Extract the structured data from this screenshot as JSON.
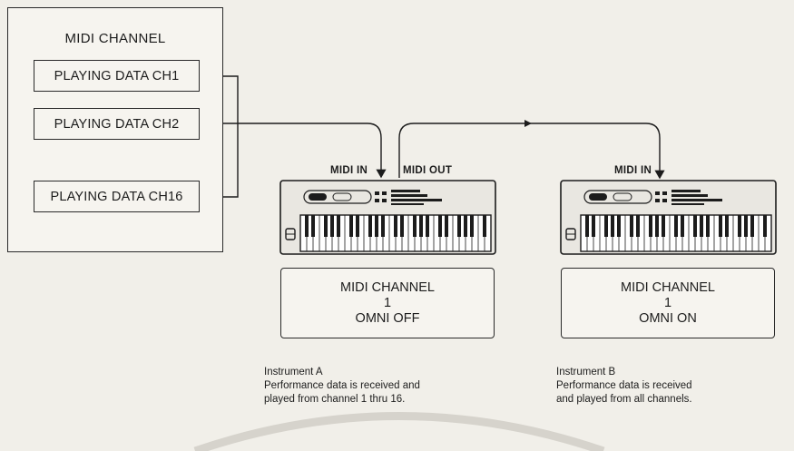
{
  "midi_channel_panel": {
    "title": "MIDI CHANNEL",
    "channels": [
      "PLAYING DATA CH1",
      "PLAYING DATA CH2",
      "PLAYING DATA CH16"
    ]
  },
  "ports": {
    "a_in": "MIDI IN",
    "a_out": "MIDI OUT",
    "b_in": "MIDI IN"
  },
  "instrument_a": {
    "status_line1": "MIDI CHANNEL",
    "status_line2": "1",
    "status_line3": "OMNI OFF",
    "caption_title": "Instrument A",
    "caption_line1": "Performance data is received and",
    "caption_line2": "played from channel 1 thru 16."
  },
  "instrument_b": {
    "status_line1": "MIDI CHANNEL",
    "status_line2": "1",
    "status_line3": "OMNI ON",
    "caption_title": "Instrument B",
    "caption_line1": "Performance data is received",
    "caption_line2": "and played from all channels."
  }
}
